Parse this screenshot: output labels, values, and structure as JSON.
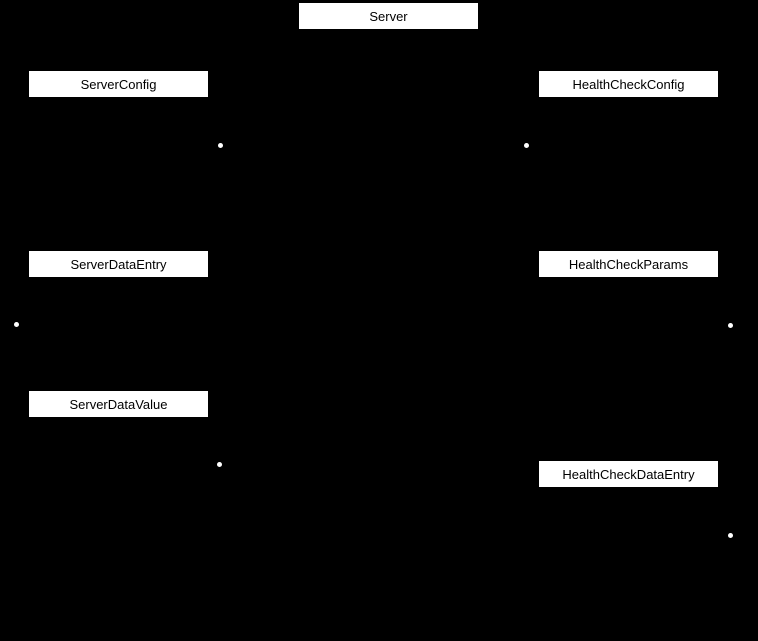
{
  "diagram": {
    "colors": {
      "background": "#000000",
      "node_fill": "#ffffff",
      "node_text": "#000000",
      "endpoint_dot": "#ffffff"
    },
    "nodes": {
      "server": {
        "label": "Server"
      },
      "server_config": {
        "label": "ServerConfig"
      },
      "health_check_config": {
        "label": "HealthCheckConfig"
      },
      "server_data_entry": {
        "label": "ServerDataEntry"
      },
      "health_check_params": {
        "label": "HealthCheckParams"
      },
      "server_data_value": {
        "label": "ServerDataValue"
      },
      "health_check_data_entry": {
        "label": "HealthCheckDataEntry"
      }
    }
  }
}
